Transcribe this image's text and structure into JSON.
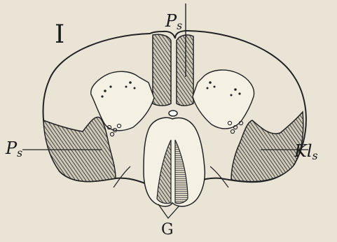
{
  "figure": {
    "panel_label": "I",
    "labels": {
      "top": {
        "main": "P",
        "sub": "s"
      },
      "left": {
        "main": "P",
        "sub": "s"
      },
      "right": {
        "main": "Kl",
        "sub": "s"
      },
      "bottom": {
        "main": "G"
      }
    },
    "colors": {
      "paper": "#e9e4d6",
      "ink": "#1a1a1a"
    }
  }
}
